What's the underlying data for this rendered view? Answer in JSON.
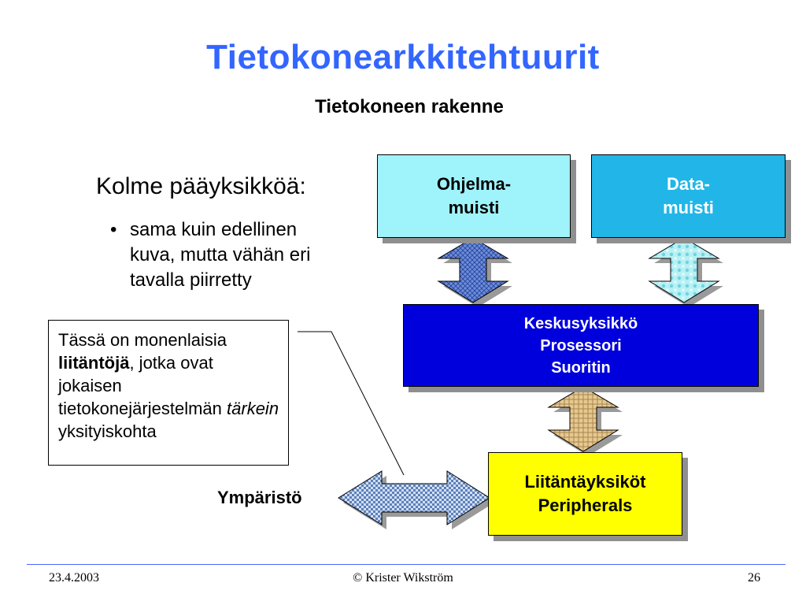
{
  "title": "Tietokonearkkitehtuurit",
  "subtitle": "Tietokoneen rakenne",
  "intro": {
    "heading": "Kolme pääyksikköä:",
    "bullet_marker": "•",
    "bullet": "sama kuin edellinen kuva, mutta vähän eri tavalla piirretty"
  },
  "callout": {
    "part1": "Tässä on monenlaisia ",
    "bold": "liitäntöjä",
    "part2": ", jotka ovat jokaisen tietokonejärjestelmän ",
    "italic": "tärkein",
    "part3": " yksityiskohta"
  },
  "boxes": {
    "program_memory": {
      "line1": "Ohjelma-",
      "line2": "muisti"
    },
    "data_memory": {
      "line1": "Data-",
      "line2": "muisti"
    },
    "cpu": {
      "line1": "Keskusyksikkö",
      "line2": "Prosessori",
      "line3": "Suoritin"
    },
    "peripherals": {
      "line1": "Liitäntäyksiköt",
      "line2": "Peripherals"
    }
  },
  "environment_label": "Ympäristö",
  "colors": {
    "title": "#3366ff",
    "program_memory": "#9ff3fb",
    "data_memory": "#22b6e8",
    "cpu": "#0000dd",
    "peripherals": "#ffff00",
    "footer_line": "#4a66ff"
  },
  "footer": {
    "date": "23.4.2003",
    "author": "© Krister Wikström",
    "page": "26"
  }
}
